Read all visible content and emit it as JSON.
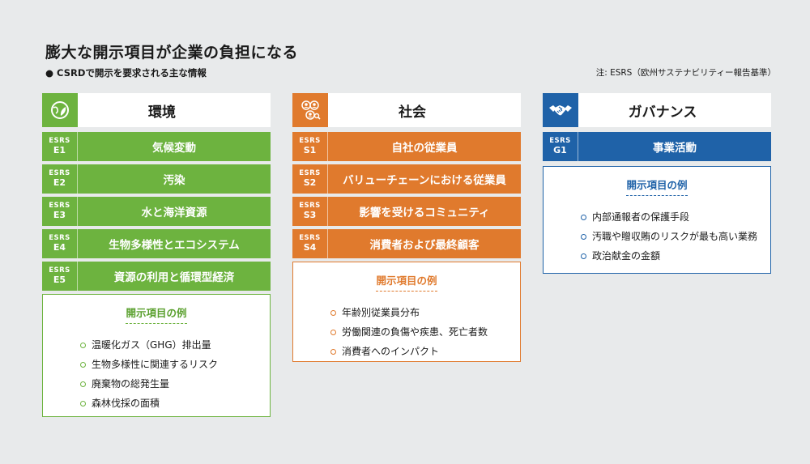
{
  "title": "膨大な開示項目が企業の負担になる",
  "subtitle": "● CSRDで開示を要求される主な情報",
  "note": "注: ESRS（欧州サステナビリティー報告基準）",
  "colors": {
    "environment": "#6db33f",
    "social": "#e07a2d",
    "governance": "#1f62a8"
  },
  "columns": {
    "environment": {
      "icon": "globe-leaf-icon",
      "title": "環境",
      "rows": [
        {
          "code_top": "ESRS",
          "code": "E1",
          "label": "気候変動"
        },
        {
          "code_top": "ESRS",
          "code": "E2",
          "label": "汚染"
        },
        {
          "code_top": "ESRS",
          "code": "E3",
          "label": "水と海洋資源"
        },
        {
          "code_top": "ESRS",
          "code": "E4",
          "label": "生物多様性とエコシステム"
        },
        {
          "code_top": "ESRS",
          "code": "E5",
          "label": "資源の利用と循環型経済"
        }
      ],
      "examples_title": "開示項目の例",
      "examples": [
        "温暖化ガス（GHG）排出量",
        "生物多様性に関連するリスク",
        "廃棄物の総発生量",
        "森林伐採の面積"
      ]
    },
    "social": {
      "icon": "people-network-icon",
      "title": "社会",
      "rows": [
        {
          "code_top": "ESRS",
          "code": "S1",
          "label": "自社の従業員"
        },
        {
          "code_top": "ESRS",
          "code": "S2",
          "label": "バリューチェーンにおける従業員"
        },
        {
          "code_top": "ESRS",
          "code": "S3",
          "label": "影響を受けるコミュニティ"
        },
        {
          "code_top": "ESRS",
          "code": "S4",
          "label": "消費者および最終顧客"
        }
      ],
      "examples_title": "開示項目の例",
      "examples": [
        "年齢別従業員分布",
        "労働関連の負傷や疾患、死亡者数",
        "消費者へのインパクト"
      ]
    },
    "governance": {
      "icon": "handshake-icon",
      "title": "ガバナンス",
      "rows": [
        {
          "code_top": "ESRS",
          "code": "G1",
          "label": "事業活動"
        }
      ],
      "examples_title": "開示項目の例",
      "examples": [
        "内部通報者の保護手段",
        "汚職や贈収賄のリスクが最も高い業務",
        "政治献金の金額"
      ]
    }
  }
}
